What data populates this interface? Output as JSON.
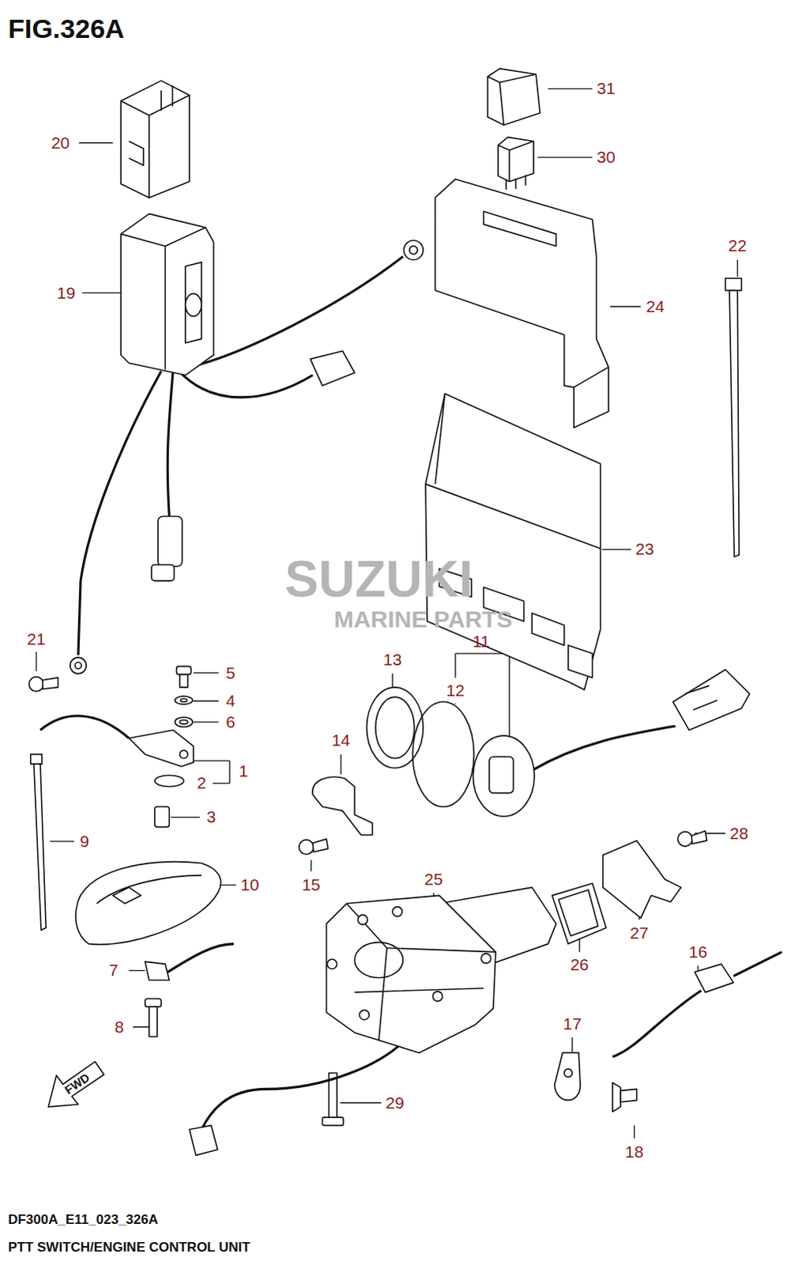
{
  "diagram": {
    "title": "FIG.326A",
    "caption": "PTT SWITCH/ENGINE CONTROL UNIT",
    "labels": [
      "20",
      "31",
      "30",
      "22",
      "19",
      "24",
      "23",
      "SUZUKI",
      "MARINE PARTS",
      "21",
      "11",
      "13",
      "5",
      "12",
      "4",
      "6",
      "1",
      "14",
      "2",
      "3",
      "28",
      "9",
      "15",
      "10",
      "25",
      "27",
      "26",
      "16",
      "7",
      "17",
      "8",
      "FWD",
      "29",
      "18",
      "DF300A_E11_023_326A"
    ]
  }
}
